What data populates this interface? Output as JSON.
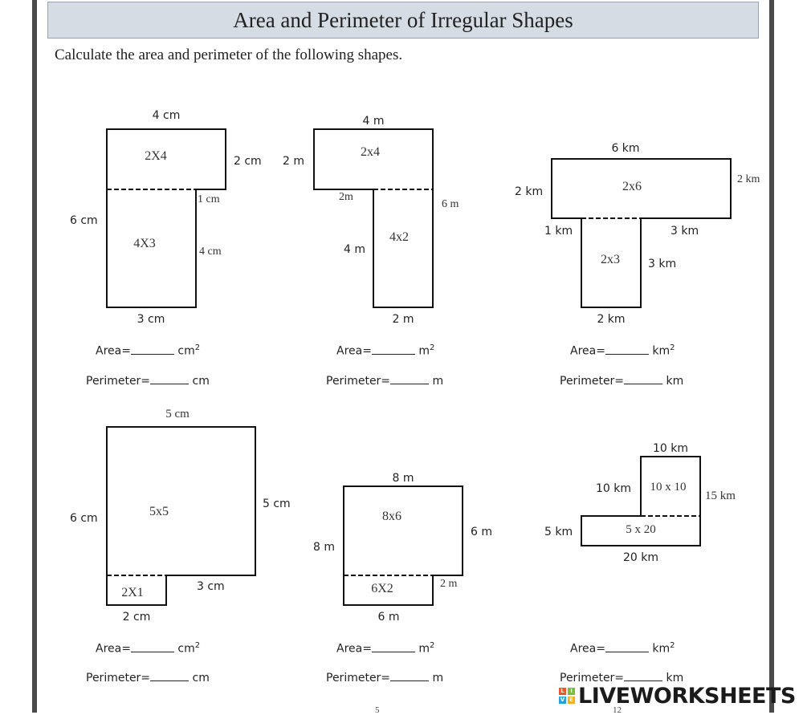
{
  "title": "Area and Perimeter of Irregular Shapes",
  "instructions": "Calculate the area and perimeter of the following shapes.",
  "shapes": [
    {
      "labels": [
        "4 cm",
        "2 cm",
        "2X4",
        "1 cm",
        "6 cm",
        "4X3",
        "4 cm",
        "3 cm"
      ],
      "area_prefix": "Area=",
      "area_unit": "cm",
      "perimeter_prefix": "Perimeter=",
      "perimeter_unit": "cm"
    },
    {
      "labels": [
        "4 m",
        "2 m",
        "2x4",
        "2m",
        "6 m",
        "4 m",
        "4x2",
        "2 m"
      ],
      "area_prefix": "Area=",
      "area_unit": "m",
      "perimeter_prefix": "Perimeter=",
      "perimeter_unit": "m"
    },
    {
      "labels": [
        "6 km",
        "2 km",
        "2x6",
        "2 km",
        "1 km",
        "3 km",
        "2x3",
        "3 km",
        "2 km"
      ],
      "area_prefix": "Area=",
      "area_unit": "km",
      "perimeter_prefix": "Perimeter=",
      "perimeter_unit": "km"
    },
    {
      "labels": [
        "5 cm",
        "6 cm",
        "5x5",
        "5 cm",
        "3 cm",
        "2X1",
        "2 cm"
      ],
      "area_prefix": "Area=",
      "area_unit": "cm",
      "perimeter_prefix": "Perimeter=",
      "perimeter_unit": "cm"
    },
    {
      "labels": [
        "8 m",
        "8x6",
        "6 m",
        "8 m",
        "2 m",
        "6X2",
        "6 m"
      ],
      "area_prefix": "Area=",
      "area_unit": "m",
      "perimeter_prefix": "Perimeter=",
      "perimeter_unit": "m"
    },
    {
      "labels": [
        "10 km",
        "10 km",
        "10 x 10",
        "15 km",
        "5 km",
        "5 x 20",
        "20 km"
      ],
      "area_prefix": "Area=",
      "area_unit": "km",
      "perimeter_prefix": "Perimeter=",
      "perimeter_unit": "km"
    }
  ],
  "squared_mark": "2",
  "logo": {
    "text": "LIVEWORKSHEETS",
    "grid": [
      "L",
      "I",
      "V",
      "E"
    ],
    "colors": [
      "#e8562a",
      "#7dbb42",
      "#2a9fd8",
      "#f2b01e"
    ]
  },
  "page_numbers": [
    "5",
    "12"
  ]
}
